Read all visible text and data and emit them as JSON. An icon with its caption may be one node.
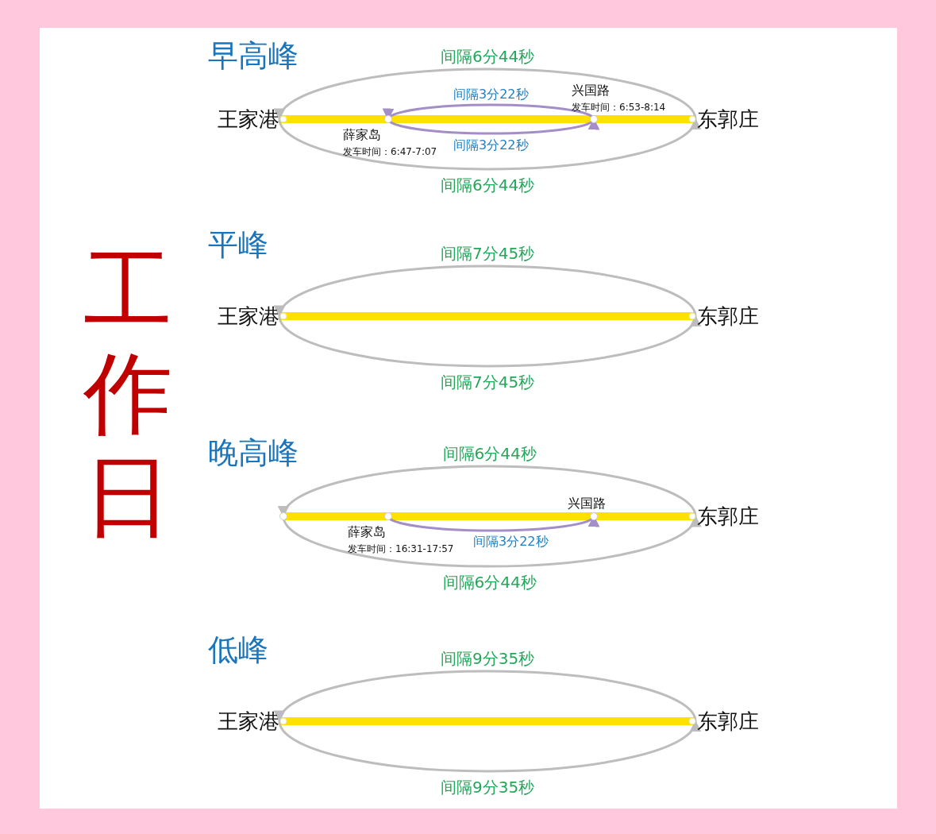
{
  "diagram": {
    "title": "工作日",
    "nodes": [
      {
        "text": [
          "王家港"
        ]
      },
      {
        "text": [
          "薛家岛",
          "发车时间：6:47-7:07"
        ]
      },
      {
        "text": [
          "兴国路",
          "发车时间：6:53-8:14"
        ]
      },
      {
        "text": [
          "东郭庄"
        ]
      },
      {
        "text": [
          "王家港"
        ]
      },
      {
        "text": [
          "东郭庄"
        ]
      },
      {
        "text": [],
        "shape": "circle"
      },
      {
        "text": [
          "薛家岛",
          "发车时间：16:31-17:57"
        ]
      },
      {
        "text": [
          "兴国路"
        ]
      },
      {
        "text": [
          "东郭庄"
        ]
      },
      {
        "text": [
          "王家港"
        ]
      },
      {
        "text": [
          "东郭庄"
        ]
      }
    ],
    "edges": [
      {
        "from": 0,
        "to": 1,
        "arrow": "none",
        "style": "thick",
        "color": "#ffe100"
      },
      {
        "from": 1,
        "to": 2,
        "arrow": "none",
        "style": "thick",
        "color": "#ffe100"
      },
      {
        "from": 2,
        "to": 3,
        "arrow": "none",
        "style": "thick",
        "color": "#ffe100"
      },
      {
        "from": 3,
        "to": 0,
        "arrow": "to",
        "label": "间隔6分44秒",
        "color": "#bdbdbd"
      },
      {
        "from": 0,
        "to": 3,
        "arrow": "to",
        "label": "间隔6分44秒",
        "color": "#bdbdbd"
      },
      {
        "from": 2,
        "to": 1,
        "arrow": "to",
        "label": "间隔3分22秒",
        "color": "#a48ec8"
      },
      {
        "from": 1,
        "to": 2,
        "arrow": "to",
        "label": "间隔3分22秒",
        "color": "#a48ec8"
      },
      {
        "from": 4,
        "to": 5,
        "arrow": "none",
        "style": "thick",
        "color": "#ffe100"
      },
      {
        "from": 5,
        "to": 4,
        "arrow": "to",
        "label": "间隔7分45秒",
        "color": "#bdbdbd"
      },
      {
        "from": 4,
        "to": 5,
        "arrow": "to",
        "label": "间隔7分45秒",
        "color": "#bdbdbd"
      },
      {
        "from": 6,
        "to": 7,
        "arrow": "none",
        "style": "thick",
        "color": "#ffe100"
      },
      {
        "from": 7,
        "to": 8,
        "arrow": "none",
        "style": "thick",
        "color": "#ffe100"
      },
      {
        "from": 8,
        "to": 9,
        "arrow": "none",
        "style": "thick",
        "color": "#ffe100"
      },
      {
        "from": 9,
        "to": 6,
        "arrow": "to",
        "label": "间隔6分44秒",
        "color": "#bdbdbd"
      },
      {
        "from": 6,
        "to": 9,
        "arrow": "to",
        "label": "间隔6分44秒",
        "color": "#bdbdbd"
      },
      {
        "from": 7,
        "to": 8,
        "arrow": "to",
        "label": "间隔3分22秒",
        "color": "#a48ec8"
      },
      {
        "from": 10,
        "to": 11,
        "arrow": "none",
        "style": "thick",
        "color": "#ffe100"
      },
      {
        "from": 11,
        "to": 10,
        "arrow": "to",
        "label": "间隔9分35秒",
        "color": "#bdbdbd"
      },
      {
        "from": 10,
        "to": 11,
        "arrow": "to",
        "label": "间隔9分35秒",
        "color": "#bdbdbd"
      }
    ],
    "labels": [
      "早高峰",
      "平峰",
      "晚高峰",
      "低峰"
    ]
  }
}
